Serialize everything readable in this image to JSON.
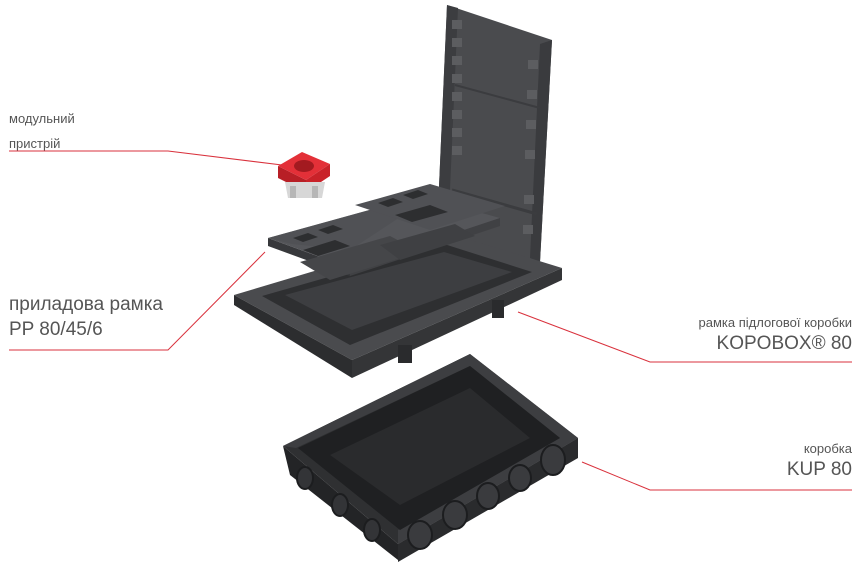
{
  "labels": {
    "modular_device": {
      "line1": "модульний",
      "line2": "пристрій"
    },
    "device_frame": {
      "line1": "приладова рамка",
      "line2": "PP 80/45/6"
    },
    "floor_box_frame": {
      "line1": "рамка підлогової коробки",
      "line2": "KOPOBOX® 80"
    },
    "box": {
      "line1": "коробка",
      "line2": "KUP 80"
    }
  },
  "colors": {
    "leader_line": "#d9313c",
    "plastic_dark": "#3a3b3d",
    "plastic_mid": "#4b4c4f",
    "plastic_light": "#5e5f62",
    "socket_red": "#d8262e",
    "text": "#555555"
  }
}
